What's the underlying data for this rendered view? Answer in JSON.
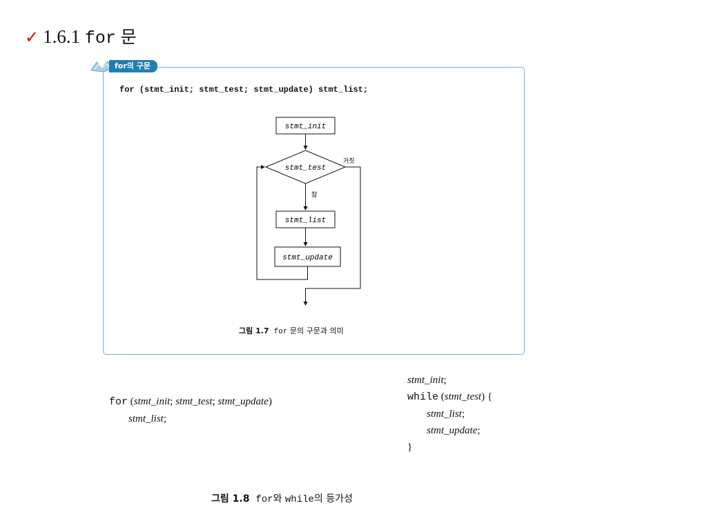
{
  "heading": {
    "number": "1.6.1",
    "keyword": "for",
    "suffix": "문"
  },
  "box": {
    "tab_label": "for의 구문",
    "syntax_line": "for (stmt_init; stmt_test; stmt_update) stmt_list;",
    "flowchart": {
      "init": "stmt_init",
      "test": "stmt_test",
      "list": "stmt_list",
      "update": "stmt_update",
      "false_label": "거짓",
      "true_label": "참"
    },
    "caption": {
      "number": "그림 1.7",
      "keyword": "for",
      "text": "문의 구문과 의미"
    }
  },
  "left_code": {
    "keyword": "for",
    "open": "(",
    "init": "stmt_init",
    "sep1": "; ",
    "test": "stmt_test",
    "sep2": "; ",
    "update": "stmt_update",
    "close": ")",
    "body": "stmt_list",
    "body_end": ";"
  },
  "right_code": {
    "init": "stmt_init",
    "init_end": ";",
    "keyword": "while",
    "open": "(",
    "test": "stmt_test",
    "close": ") {",
    "body": "stmt_list",
    "body_end": ";",
    "update": "stmt_update",
    "update_end": ";",
    "brace": "}"
  },
  "caption2": {
    "number": "그림 1.8",
    "kw1": "for",
    "mid": "와",
    "kw2": "while",
    "text": "의 등가성"
  },
  "colors": {
    "check": "#e00000",
    "box_border": "#7fb0cc",
    "tab_bg": "#1f7fb2"
  }
}
